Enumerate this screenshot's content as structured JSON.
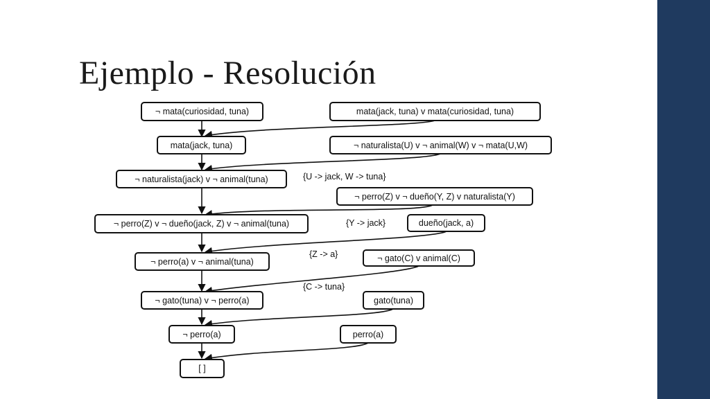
{
  "slide": {
    "title": "Ejemplo - Resolución",
    "accent_color": "#1f3a5f"
  },
  "diagram": {
    "nodes": {
      "n1": "¬  mata(curiosidad, tuna)",
      "n2": "mata(jack, tuna) v mata(curiosidad, tuna)",
      "n3": "mata(jack, tuna)",
      "n4": "¬  naturalista(U) v ¬  animal(W) v ¬  mata(U,W)",
      "n5": "¬  naturalista(jack) v ¬  animal(tuna)",
      "n6": "¬  perro(Z) v ¬ dueño(Y, Z) v naturalista(Y)",
      "n7": "¬  perro(Z) v ¬ dueño(jack, Z) v ¬ animal(tuna)",
      "n8": "dueño(jack, a)",
      "n9": "¬  perro(a) v ¬ animal(tuna)",
      "n10": "¬  gato(C) v animal(C)",
      "n11": "¬ gato(tuna) v ¬ perro(a)",
      "n12": "gato(tuna)",
      "n13": "¬ perro(a)",
      "n14": "perro(a)",
      "n15": "[ ]"
    },
    "substitutions": {
      "s1": "{U -> jack, W -> tuna}",
      "s2": "{Y -> jack}",
      "s3": "{Z -> a}",
      "s4": "{C -> tuna}"
    }
  }
}
